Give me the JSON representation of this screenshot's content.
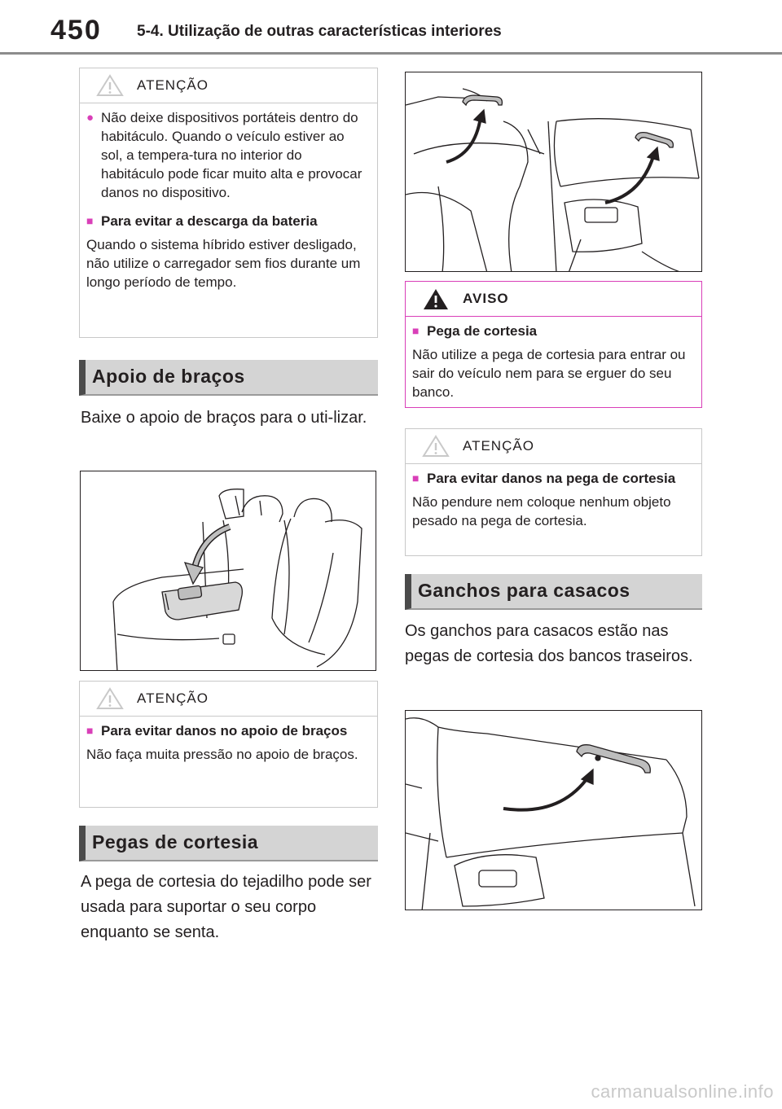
{
  "header": {
    "page_number": "450",
    "section_title": "5-4. Utilização de outras características interiores"
  },
  "left": {
    "caution_top": {
      "label": "ATENÇÃO",
      "item1": "Não deixe dispositivos portáteis dentro do habitáculo. Quando o veículo estiver ao sol, a tempera-tura no interior do habitáculo pode ficar muito alta e provocar danos no dispositivo.",
      "item2_title": "Para evitar a descarga da bateria",
      "item2_text": "Quando o sistema híbrido estiver desligado, não utilize o carregador sem fios durante um longo período de tempo."
    },
    "armrest": {
      "heading": "Apoio de braços",
      "text": "Baixe o apoio de braços para o uti-lizar."
    },
    "caution_armrest": {
      "label": "ATENÇÃO",
      "title": "Para evitar danos no apoio de braços",
      "text": "Não faça muita pressão no apoio de braços."
    },
    "grab_handles": {
      "heading": "Pegas de cortesia",
      "text": "A pega de cortesia do tejadilho pode ser usada para suportar o seu corpo enquanto se senta."
    }
  },
  "right": {
    "warning": {
      "label": "AVISO",
      "title": "Pega de cortesia",
      "text": "Não utilize a pega de cortesia para entrar ou sair do veículo nem para se erguer do seu banco."
    },
    "caution_handle": {
      "label": "ATENÇÃO",
      "title": "Para evitar danos na pega de cortesia",
      "text": "Não pendure nem coloque nenhum objeto pesado na pega de cortesia."
    },
    "coat_hooks": {
      "heading": "Ganchos para casacos",
      "text": "Os ganchos para casacos estão nas pegas de cortesia dos bancos traseiros."
    }
  },
  "watermark": "carmanualsonline.info",
  "colors": {
    "accent": "#d93fb8",
    "heading_bg": "#d4d4d4",
    "heading_bar": "#4b4b4b"
  }
}
